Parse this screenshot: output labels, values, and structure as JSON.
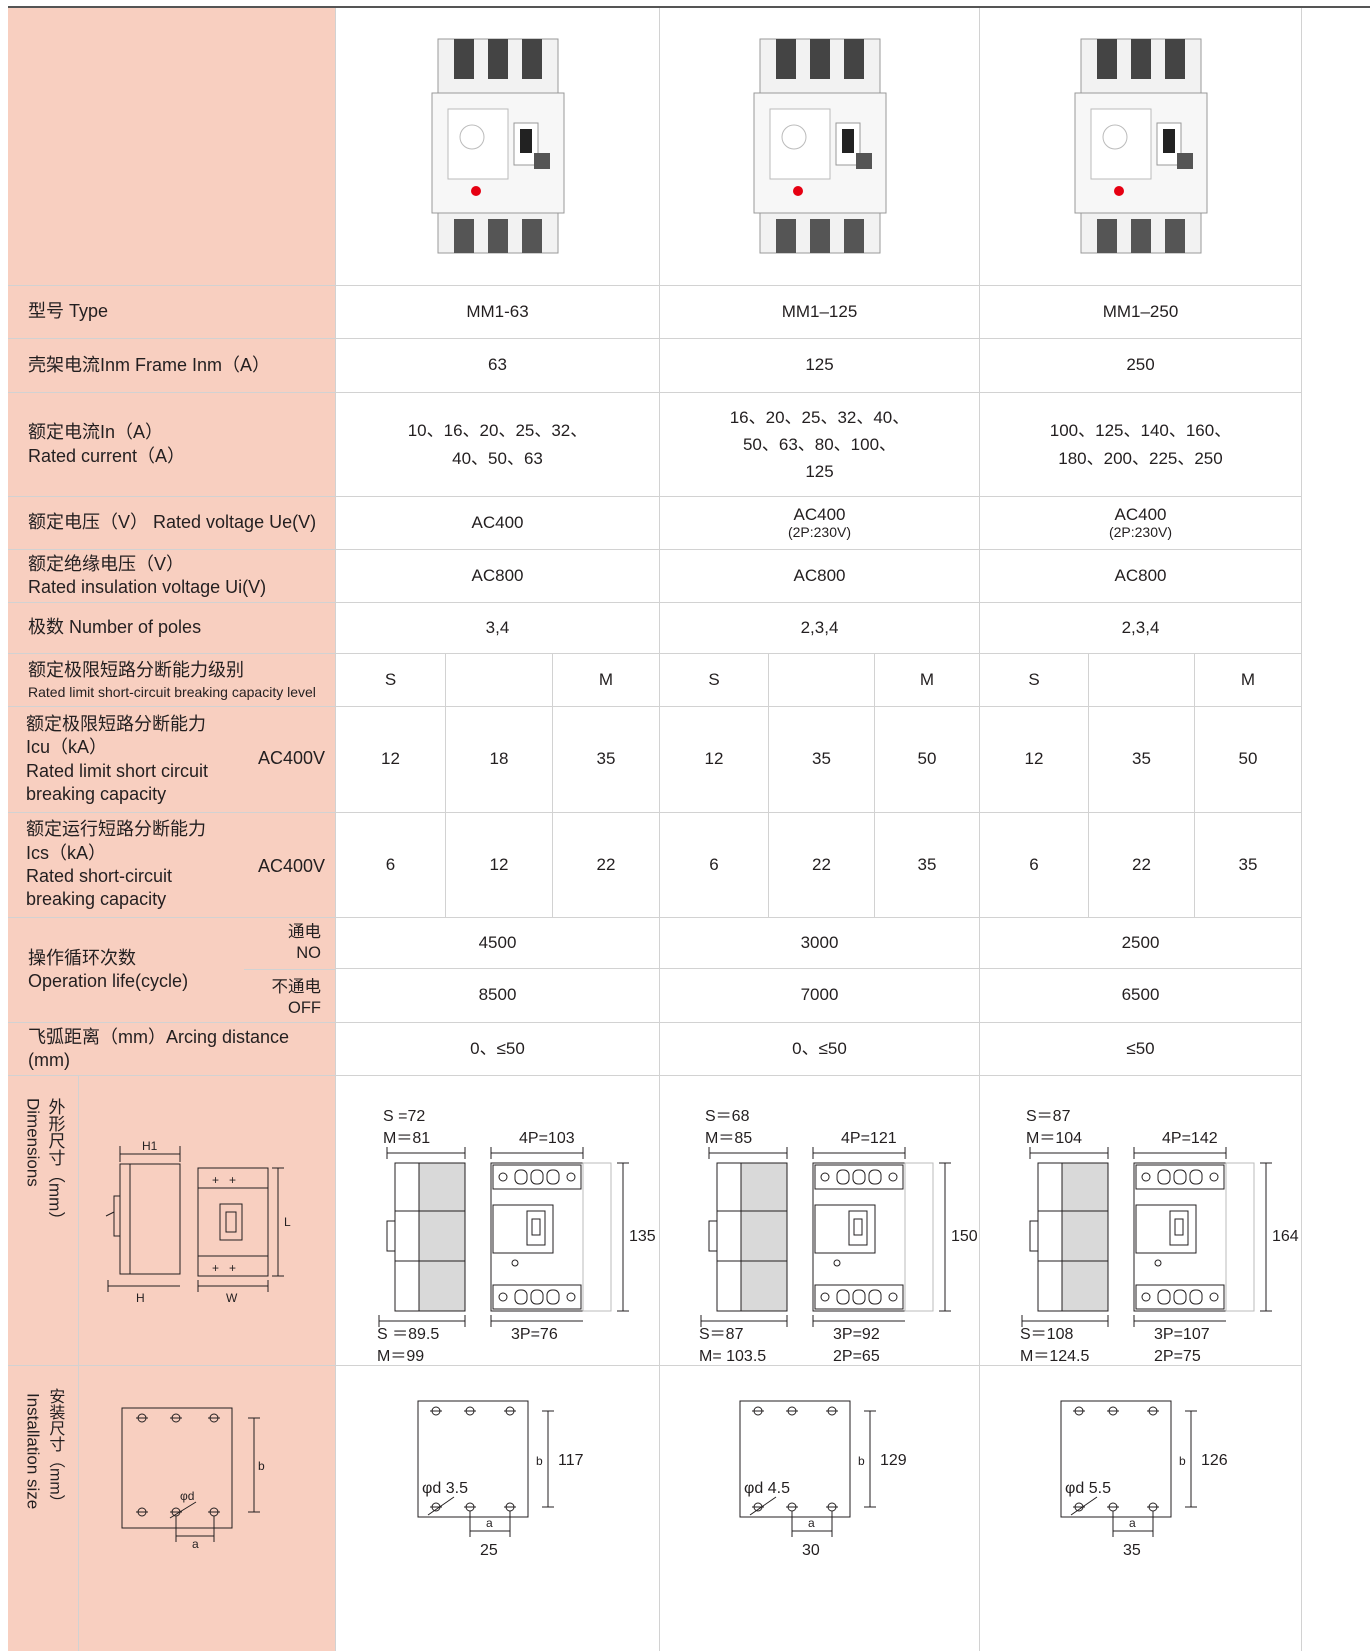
{
  "labels": {
    "type": "型号 Type",
    "frame": "壳架电流Inm  Frame Inm（A）",
    "rated_current_cn": "额定电流In（A）",
    "rated_current_en": "Rated current（A）",
    "rated_voltage": "额定电压（V） Rated voltage Ue(V)",
    "insulation_cn": "额定绝缘电压（V）",
    "insulation_en": "Rated insulation voltage Ui(V)",
    "poles": "极数 Number of poles",
    "level_cn": "额定极限短路分断能力级别",
    "level_en": "Rated limit short-circuit breaking capacity level",
    "icu_l1": "额定极限短路分断能力",
    "icu_l2": "Icu（kA）",
    "icu_l3": "Rated limit short circuit",
    "icu_l4": "breaking capacity",
    "icu_voltage": "AC400V",
    "ics_l1": "额定运行短路分断能力",
    "ics_l2": "Ics（kA）",
    "ics_l3": "Rated short-circuit",
    "ics_l4": "breaking capacity",
    "ics_voltage": "AC400V",
    "oplife_cn": "操作循环次数",
    "oplife_en": "Operation life(cycle)",
    "on_cn": "通电",
    "on_en": "NO",
    "off_cn": "不通电",
    "off_en": "OFF",
    "arcing": "飞弧距离（mm）Arcing distance (mm)",
    "dimensions_cn": "外形尺寸（mm）",
    "dimensions_en": "Dimensions",
    "installation_cn": "安装尺寸（mm）",
    "installation_en": "Installation size"
  },
  "products": [
    {
      "model": "MM1-63",
      "frame": "63",
      "rated_l1": "10、16、20、25、32、",
      "rated_l2": "40、50、63",
      "rated_l3": "",
      "voltage": "AC400",
      "voltage_note": "",
      "insulation": "AC800",
      "poles": "3,4",
      "level_s": "S",
      "level_m": "M",
      "icu": [
        "12",
        "18",
        "35"
      ],
      "ics": [
        "6",
        "12",
        "22"
      ],
      "on": "4500",
      "off": "8500",
      "arcing": "0、≤50",
      "dim_top1": "S =72",
      "dim_top2": "M＝81",
      "dim_4p": "4P=103",
      "dim_h": "135",
      "dim_bot1": "S  ＝89.5",
      "dim_bot2": "M＝99",
      "dim_3p": "3P=76",
      "dim_2p": "",
      "inst_b": "117",
      "inst_d": "φd 3.5",
      "inst_a": "25"
    },
    {
      "model": "MM1–125",
      "frame": "125",
      "rated_l1": "16、20、25、32、40、",
      "rated_l2": "50、63、80、100、",
      "rated_l3": "125",
      "voltage": "AC400",
      "voltage_note": "(2P:230V)",
      "insulation": "AC800",
      "poles": "2,3,4",
      "level_s": "S",
      "level_m": "M",
      "icu": [
        "12",
        "35",
        "50"
      ],
      "ics": [
        "6",
        "22",
        "35"
      ],
      "on": "3000",
      "off": "7000",
      "arcing": "0、≤50",
      "dim_top1": "S＝68",
      "dim_top2": "M＝85",
      "dim_4p": "4P=121",
      "dim_h": "150",
      "dim_bot1": "S＝87",
      "dim_bot2": "M= 103.5",
      "dim_3p": "3P=92",
      "dim_2p": "2P=65",
      "inst_b": "129",
      "inst_d": "φd 4.5",
      "inst_a": "30"
    },
    {
      "model": "MM1–250",
      "frame": "250",
      "rated_l1": "100、125、140、160、",
      "rated_l2": "180、200、225、250",
      "rated_l3": "",
      "voltage": "AC400",
      "voltage_note": "(2P:230V)",
      "insulation": "AC800",
      "poles": "2,3,4",
      "level_s": "S",
      "level_m": "M",
      "icu": [
        "12",
        "35",
        "50"
      ],
      "ics": [
        "6",
        "22",
        "35"
      ],
      "on": "2500",
      "off": "6500",
      "arcing": "≤50",
      "dim_top1": "S＝87",
      "dim_top2": "M＝104",
      "dim_4p": "4P=142",
      "dim_h": "164",
      "dim_bot1": "S＝108",
      "dim_bot2": "M＝124.5",
      "dim_3p": "3P=107",
      "dim_2p": "2P=75",
      "inst_b": "126",
      "inst_d": "φd 5.5",
      "inst_a": "35"
    }
  ],
  "key_diagram": {
    "h1": "H1",
    "h": "H",
    "w": "W",
    "l": "L",
    "b": "b",
    "d": "φd",
    "a": "a"
  },
  "colors": {
    "label_bg": "#f8cfc0",
    "indicator": "#e60012",
    "grid": "#d2d2d2"
  }
}
